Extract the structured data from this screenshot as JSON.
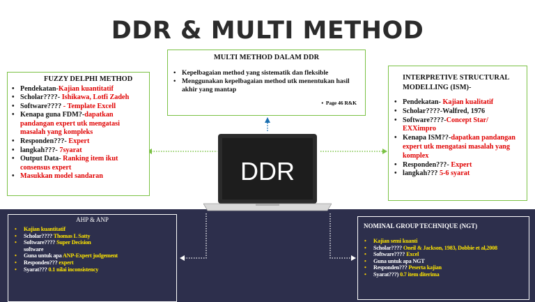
{
  "title": "DDR & MULTI METHOD",
  "center": {
    "screen_label": "DDR"
  },
  "multi": {
    "heading": "MULTI METHOD DALAM DDR",
    "items": [
      "Kepelbagaian method yang sistematik dan fleksible",
      "Menggunakan kepelbagaian method utk menentukan hasil akhir yang mantap"
    ],
    "ref": "Page 46 R&K"
  },
  "fuzzy": {
    "heading": "FUZZY DELPHI METHOD",
    "items": [
      {
        "label": "Pendekatan-",
        "value": "Kajian kuantitatif"
      },
      {
        "label": "Scholar????-",
        "value": "Ishikawa, Lotfi Zadeh"
      },
      {
        "label": "Software????",
        "value": "- Template Excell"
      },
      {
        "label": "Kenapa guna FDM?-",
        "value": "dapatkan pandangan expert utk mengatasi masalah yang kompleks"
      },
      {
        "label": "Responden???-",
        "value": "Expert"
      },
      {
        "label": "langkah???-",
        "value": "7syarat"
      },
      {
        "label": "Output Data-",
        "value": "Ranking item ikut consensus expert"
      },
      {
        "label": "",
        "value": "Masukkan model sandaran"
      }
    ]
  },
  "ism": {
    "heading": "INTERPRETIVE STRUCTURAL MODELLING (ISM)-",
    "items": [
      {
        "label": "Pendekatan-",
        "value": "Kajian kualitatif"
      },
      {
        "label": "Scholar????-Walfred, 1976",
        "value": ""
      },
      {
        "label": "Software????-",
        "value": "Concept Star/ EXXimpro"
      },
      {
        "label": "Kenapa ISM??-",
        "value": "dapatkan pandangan expert utk mengatasi masalah yang komplex"
      },
      {
        "label": "Responden???-",
        "value": "Expert"
      },
      {
        "label": "langkah???",
        "value": "5-6 syarat"
      }
    ]
  },
  "ahp": {
    "heading": "AHP & ANP",
    "items": [
      {
        "label": "",
        "value": "Kajian kuantitatif"
      },
      {
        "label": "Scholar????",
        "value": "Thomas L Satty"
      },
      {
        "label": "Software????",
        "value": "Super Decision",
        "tail": "software"
      },
      {
        "label": "Guna untuk apa",
        "value": "ANP-Expert judgement"
      },
      {
        "label": "Responden???",
        "value": "expert"
      },
      {
        "label": "Syarat???",
        "value": "0.1 nilai inconsistency"
      }
    ]
  },
  "ngt": {
    "heading": "NOMINAL GROUP TECHNIQUE (NGT)",
    "items": [
      {
        "label": "",
        "value": "Kajian semi kuanti"
      },
      {
        "label": "Scholar????",
        "value": "Oneil & Jackson, 1983, Dobbie et al,2008"
      },
      {
        "label": "Software????",
        "value": "Excel"
      },
      {
        "label": "Guna untuk apa NGT",
        "value": ""
      },
      {
        "label": "Responden???",
        "value": "Peserta kajian"
      },
      {
        "label": "Syarat???)",
        "value": "0.7 item diterima"
      }
    ]
  }
}
